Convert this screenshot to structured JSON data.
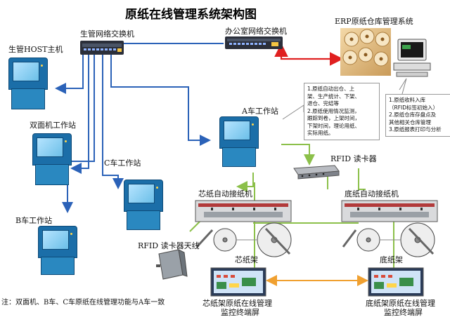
{
  "title": "原纸在线管理系统架构图",
  "nodes": {
    "host": "生管HOST主机",
    "prod_switch": "生管网络交换机",
    "office_switch": "办公室网络交换机",
    "erp": "ERP原纸仓库管理系统",
    "double_station": "双面机工作站",
    "c_station": "C车工作站",
    "b_station": "B车工作站",
    "a_station": "A车工作站",
    "rfid_reader": "RFID 读卡器",
    "rfid_antenna": "RFID 读卡器天线",
    "core_splicer": "芯纸自动接纸机",
    "bottom_splicer": "底纸自动接纸机",
    "core_rack": "芯纸架",
    "bottom_rack": "底纸架",
    "core_monitor": [
      "芯纸架原纸在线管理",
      "监控终端屏"
    ],
    "bottom_monitor": [
      "底纸架原纸在线管理",
      "监控终端屏"
    ]
  },
  "notes": {
    "a_station": [
      "1.原纸自动出仓、上",
      "架、生产统计、下架、",
      "退仓、完结等",
      "2.原纸使用情况监测，",
      "跟踪到卷，上架时间，",
      "下架时间，理论用纸、",
      "实际用纸。"
    ],
    "erp": [
      "1.原纸收料入库",
      "（RFID标签初始入）",
      "2.原纸仓库存盘点及",
      "其他相关仓库管理",
      "3.原纸报表打印与分析"
    ]
  },
  "footnote": "注：双面机、B车、C车原纸在线管理功能与A车一致",
  "colors": {
    "blue_link": "#2b62b8",
    "green_link": "#8cc04a",
    "red_link": "#e02020",
    "orange_link": "#f0a030",
    "station_blue": "#1b6ea8"
  }
}
